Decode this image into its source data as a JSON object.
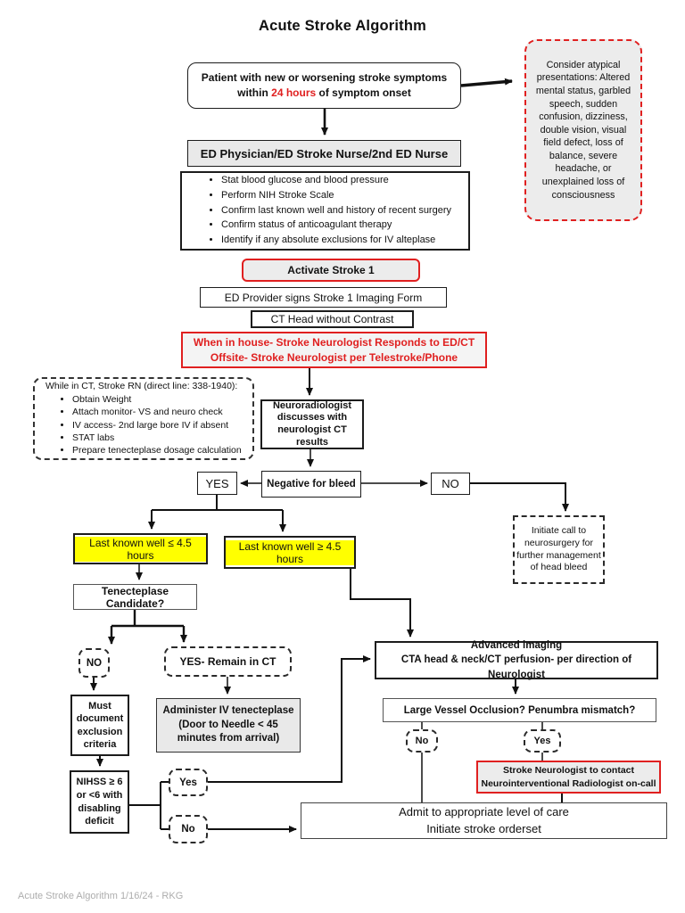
{
  "title": "Acute Stroke Algorithm",
  "footer": "Acute Stroke Algorithm 1/16/24 - RKG",
  "colors": {
    "red": "#e02020",
    "highlight": "#ffff00",
    "gray_fill": "#e9e9e9",
    "line": "#111111"
  },
  "nodes": {
    "patient": {
      "line1": "Patient with new or worsening stroke symptoms",
      "line2_pre": "within ",
      "line2_red": "24 hours",
      "line2_post": " of symptom onset"
    },
    "atypical": "Consider atypical presentations: Altered mental status, garbled speech, sudden confusion, dizziness, double vision, visual field defect, loss of balance, severe headache, or unexplained loss of consciousness",
    "ed_team": "ED Physician/ED Stroke Nurse/2nd ED Nurse",
    "ed_tasks": [
      "Stat blood glucose and blood pressure",
      "Perform NIH Stroke Scale",
      "Confirm last known well and history of recent surgery",
      "Confirm status of anticoagulant therapy",
      "Identify if any absolute exclusions for IV alteplase"
    ],
    "activate": "Activate Stroke 1",
    "imaging_form": "ED Provider signs Stroke 1 Imaging Form",
    "ct_head": "CT Head without Contrast",
    "neurologist_respond": [
      "When in house- Stroke Neurologist Responds to ED/CT",
      "Offsite- Stroke Neurologist per Telestroke/Phone"
    ],
    "while_in_ct": {
      "title": "While in CT, Stroke RN (direct line: 338-1940):",
      "items": [
        "Obtain Weight",
        "Attach monitor- VS and neuro check",
        "IV access- 2nd large bore IV if absent",
        "STAT labs",
        "Prepare tenecteplase dosage calculation"
      ]
    },
    "neuroradiologist": "Neuroradiologist discusses with neurologist CT results",
    "negative_bleed": "Negative for bleed",
    "yes_label": "YES",
    "no_label": "NO",
    "neurosurgery": "Initiate call to neurosurgery for further management of head bleed",
    "lkw_less": "Last known well ≤ 4.5 hours",
    "lkw_greater": "Last known well ≥ 4.5 hours",
    "tnk_candidate": "Tenecteplase Candidate?",
    "tnk_no": "NO",
    "tnk_yes": "YES- Remain in CT",
    "must_document": "Must document exclusion criteria",
    "administer": [
      "Administer IV tenecteplase",
      "(Door to Needle < 45",
      "minutes from arrival)"
    ],
    "nihss": [
      "NIHSS ≥ 6",
      "or <6 with",
      "disabling",
      "deficit"
    ],
    "nihss_yes": "Yes",
    "nihss_no": "No",
    "advanced_imaging": [
      "Advanced imaging",
      "CTA head & neck/CT perfusion- per direction of Neurologist"
    ],
    "lvo": "Large Vessel Occlusion? Penumbra mismatch?",
    "lvo_no": "No",
    "lvo_yes": "Yes",
    "contact_nir": [
      "Stroke Neurologist to contact",
      "Neurointerventional Radiologist on-call"
    ],
    "admit": [
      "Admit to appropriate level of care",
      "Initiate stroke orderset"
    ]
  }
}
